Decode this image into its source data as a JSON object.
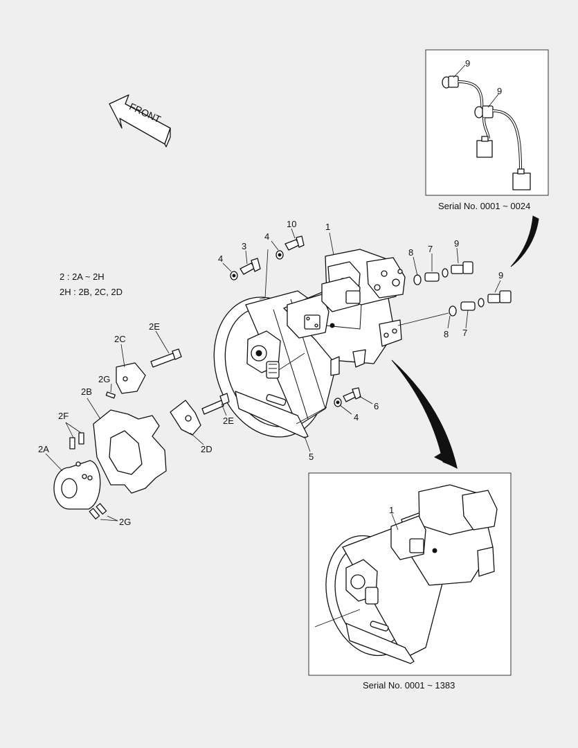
{
  "front_arrow": {
    "text": "FRONT"
  },
  "notes": {
    "line1": "2 : 2A ~ 2H",
    "line2": "2H : 2B, 2C, 2D"
  },
  "inset_top": {
    "caption": "Serial No. 0001 ~ 0024",
    "labels": [
      "9",
      "9"
    ]
  },
  "inset_bottom": {
    "caption": "Serial No. 0001 ~ 1383",
    "labels": [
      "1"
    ]
  },
  "callouts": {
    "c1": "1",
    "c3": "3",
    "c4a": "4",
    "c4b": "4",
    "c4c": "4",
    "c10": "10",
    "c8a": "8",
    "c7a": "7",
    "c9a": "9",
    "c9b": "9",
    "c8b": "8",
    "c7b": "7",
    "c6": "6",
    "c5": "5",
    "c2E_top": "2E",
    "c2C": "2C",
    "c2G_top": "2G",
    "c2B": "2B",
    "c2F": "2F",
    "c2A": "2A",
    "c2G_bottom": "2G",
    "c2D": "2D",
    "c2E_mid": "2E"
  }
}
